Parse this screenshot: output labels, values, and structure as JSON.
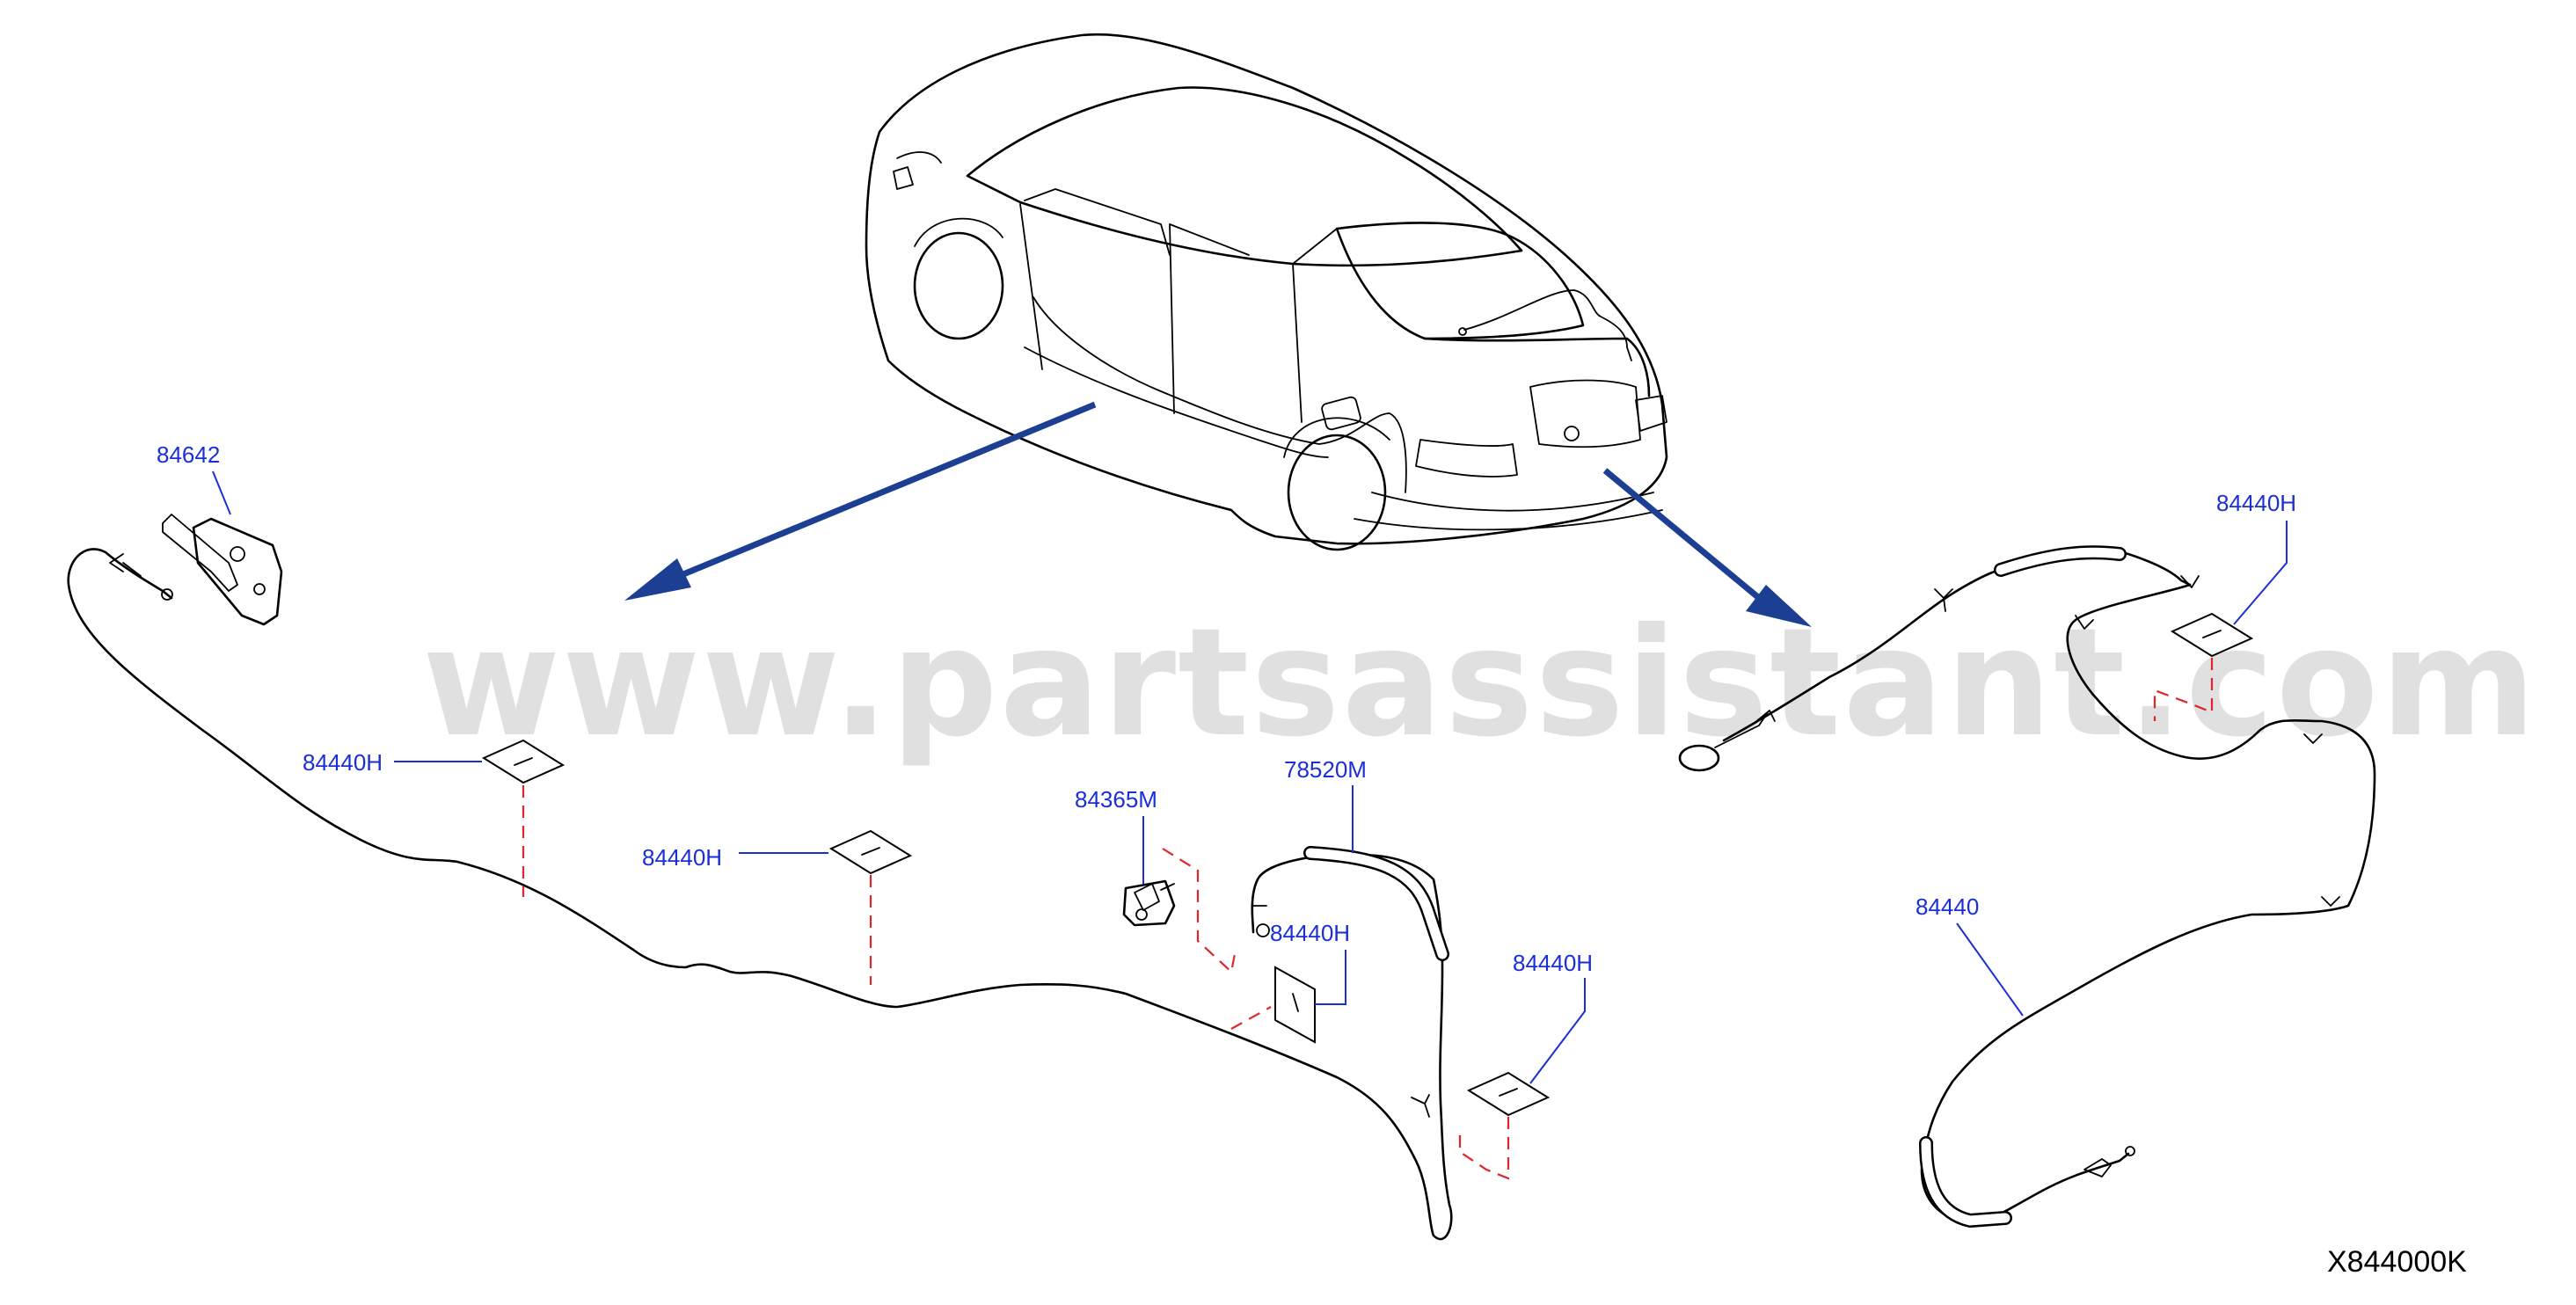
{
  "watermark": "www.partsassistant.com",
  "diagram_code": "X844000K",
  "labels": {
    "l84642": "84642",
    "l84440H_a": "84440H",
    "l84440H_b": "84440H",
    "l84365M": "84365M",
    "l78520M": "78520M",
    "l84440H_c": "84440H",
    "l84440H_d": "84440H",
    "l84440H_e": "84440H",
    "l84440": "84440"
  },
  "colors": {
    "label_text": "#1a2fd6",
    "arrow": "#1c3f94",
    "dashed_guide": "#e0262a",
    "watermark": "#c8c8c8"
  }
}
